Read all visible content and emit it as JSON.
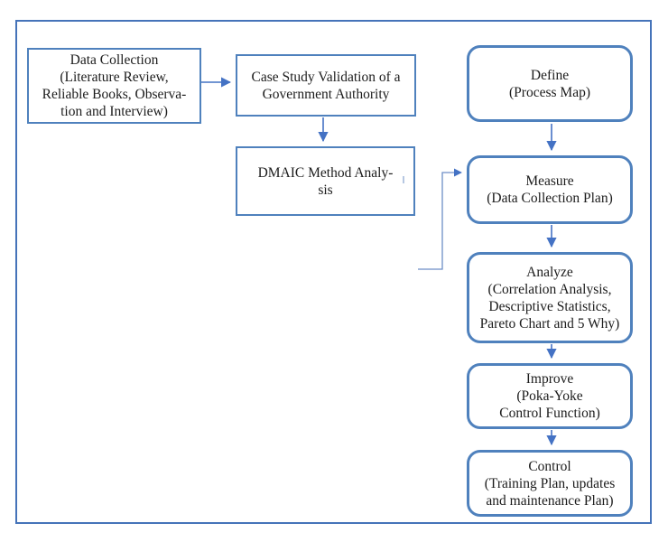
{
  "colors": {
    "outer_border": "#4573B9",
    "box_border": "#4F81BD",
    "arrow": "#4472C4",
    "elbow": "#6D8EC6",
    "text": "#1c1c1c"
  },
  "boxes": {
    "data_collection": {
      "lines": [
        "Data Collection",
        "(Literature Review,",
        "Reliable Books, Observa-",
        "tion and Interview)"
      ]
    },
    "case_study": {
      "lines": [
        "Case Study Validation of a",
        "Government Authority"
      ]
    },
    "dmaic": {
      "lines": [
        "DMAIC Method Analy-",
        "sis"
      ]
    },
    "define": {
      "lines": [
        "Define",
        "(Process Map)"
      ]
    },
    "measure": {
      "lines": [
        "Measure",
        "(Data Collection Plan)"
      ]
    },
    "analyze": {
      "lines": [
        "Analyze",
        "(Correlation Analysis,",
        "Descriptive Statistics,",
        "Pareto Chart and 5 Why)"
      ]
    },
    "improve": {
      "lines": [
        "Improve",
        "(Poka-Yoke",
        "Control Function)"
      ]
    },
    "control": {
      "lines": [
        "Control",
        "(Training Plan, updates",
        "and maintenance Plan)"
      ]
    }
  }
}
